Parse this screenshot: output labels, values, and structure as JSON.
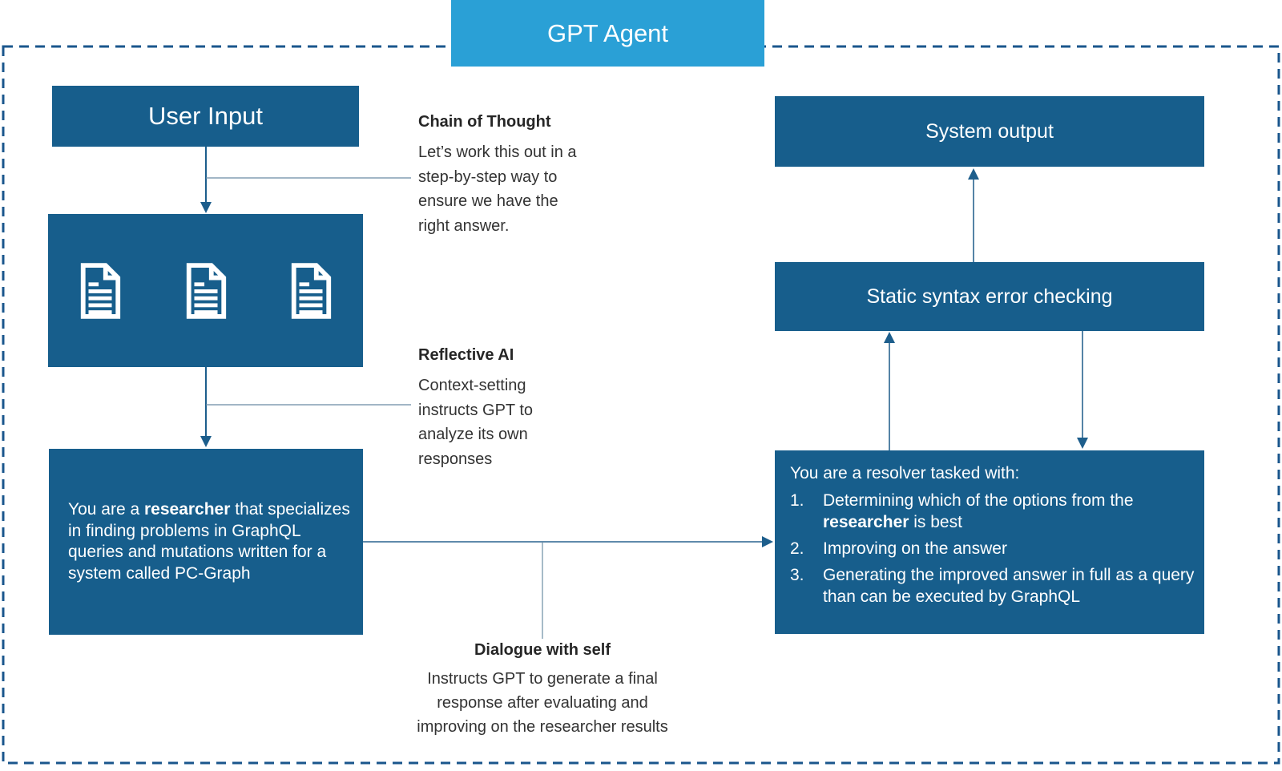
{
  "diagram": {
    "title": "GPT Agent",
    "user_input": {
      "label": "User Input"
    },
    "documents": {
      "icon": "document-icon",
      "count": 3
    },
    "researcher_prompt": {
      "pre": "You are a ",
      "bold": "researcher",
      "post": " that specializes in finding problems in GraphQL queries and mutations written for a system called PC-Graph"
    },
    "resolver_prompt": {
      "intro": "You are a resolver tasked with:",
      "items": [
        {
          "num": "1.",
          "pre": "Determining which of the options from the ",
          "bold": "researcher",
          "post": " is best"
        },
        {
          "num": "2.",
          "pre": "Improving on the answer",
          "bold": "",
          "post": ""
        },
        {
          "num": "3.",
          "pre": "Generating the improved answer in full as a query than can be executed by GraphQL",
          "bold": "",
          "post": ""
        }
      ]
    },
    "static_check": {
      "label": "Static syntax error checking"
    },
    "system_output": {
      "label": "System output"
    },
    "annotations": {
      "chain_of_thought": {
        "heading": "Chain of Thought",
        "body": "Let’s work this out in a\nstep-by-step way to\nensure we have the\nright answer."
      },
      "reflective_ai": {
        "heading": "Reflective AI",
        "body": "Context-setting\ninstructs GPT to\nanalyze its own\nresponses"
      },
      "dialogue_with_self": {
        "heading": "Dialogue with self",
        "body": "Instructs GPT to generate a final\nresponse after evaluating and\nimproving on the researcher results"
      }
    },
    "colors": {
      "dark_blue": "#175E8C",
      "light_blue": "#2AA0D6",
      "line": "#1D5E8C",
      "thin_line": "#6B8BA3",
      "dashed_border": "#1A568C",
      "heading_text": "#262626",
      "body_text": "#333333"
    }
  }
}
